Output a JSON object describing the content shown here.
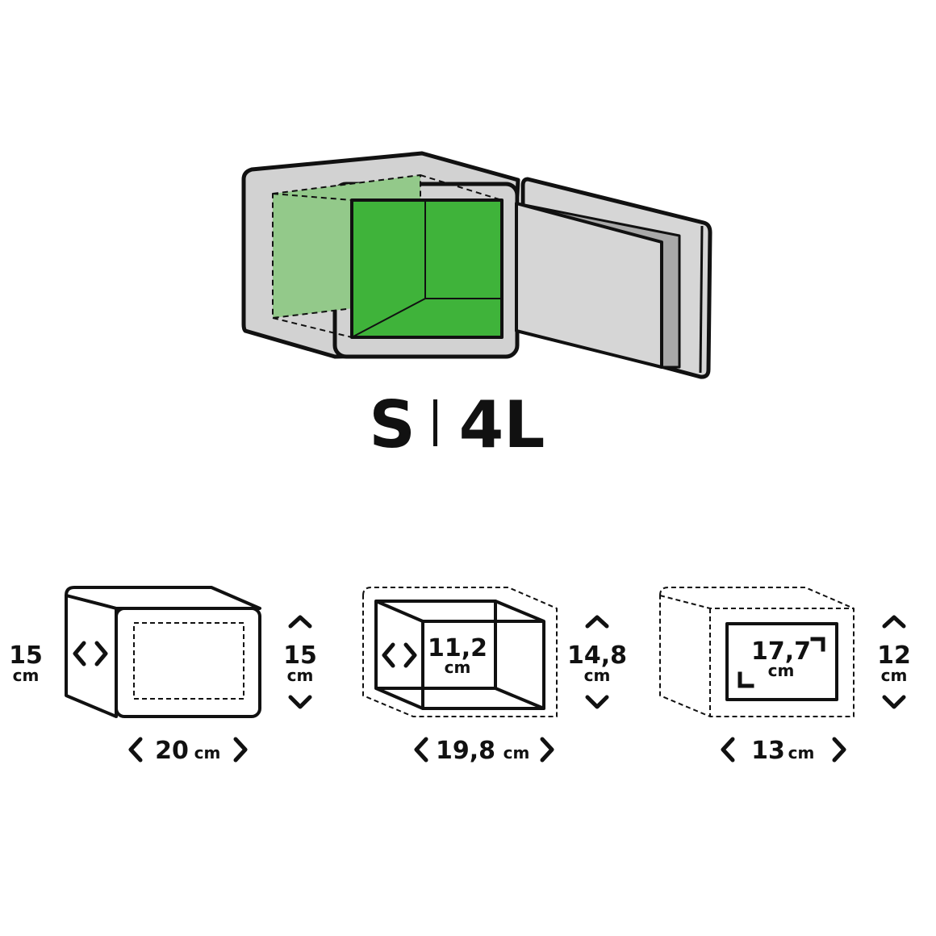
{
  "colors": {
    "outline": "#111111",
    "body_gray": "#d2d2d2",
    "door_gray": "#d6d6d6",
    "door_shadow": "#a9a9a9",
    "interior_green": "#3fb33a",
    "interior_green_light": "#93c98a",
    "background": "#ffffff"
  },
  "product": {
    "size": "S",
    "capacity": "4L"
  },
  "dimensions": {
    "outer": {
      "depth_value": "15",
      "depth_unit": "cm",
      "height_value": "15",
      "height_unit": "cm",
      "width_value": "20",
      "width_unit": "cm"
    },
    "inner": {
      "depth_value": "11,2",
      "depth_unit": "cm",
      "height_value": "14,8",
      "height_unit": "cm",
      "width_value": "19,8",
      "width_unit": "cm"
    },
    "door": {
      "diagonal_value": "17,7",
      "diagonal_unit": "cm",
      "height_value": "12",
      "height_unit": "cm",
      "width_value": "13",
      "width_unit": "cm"
    }
  },
  "icons": [
    "safe-illustration",
    "depth-arrows-icon",
    "height-arrows-icon",
    "width-arrows-icon",
    "diagonal-corners-icon"
  ]
}
